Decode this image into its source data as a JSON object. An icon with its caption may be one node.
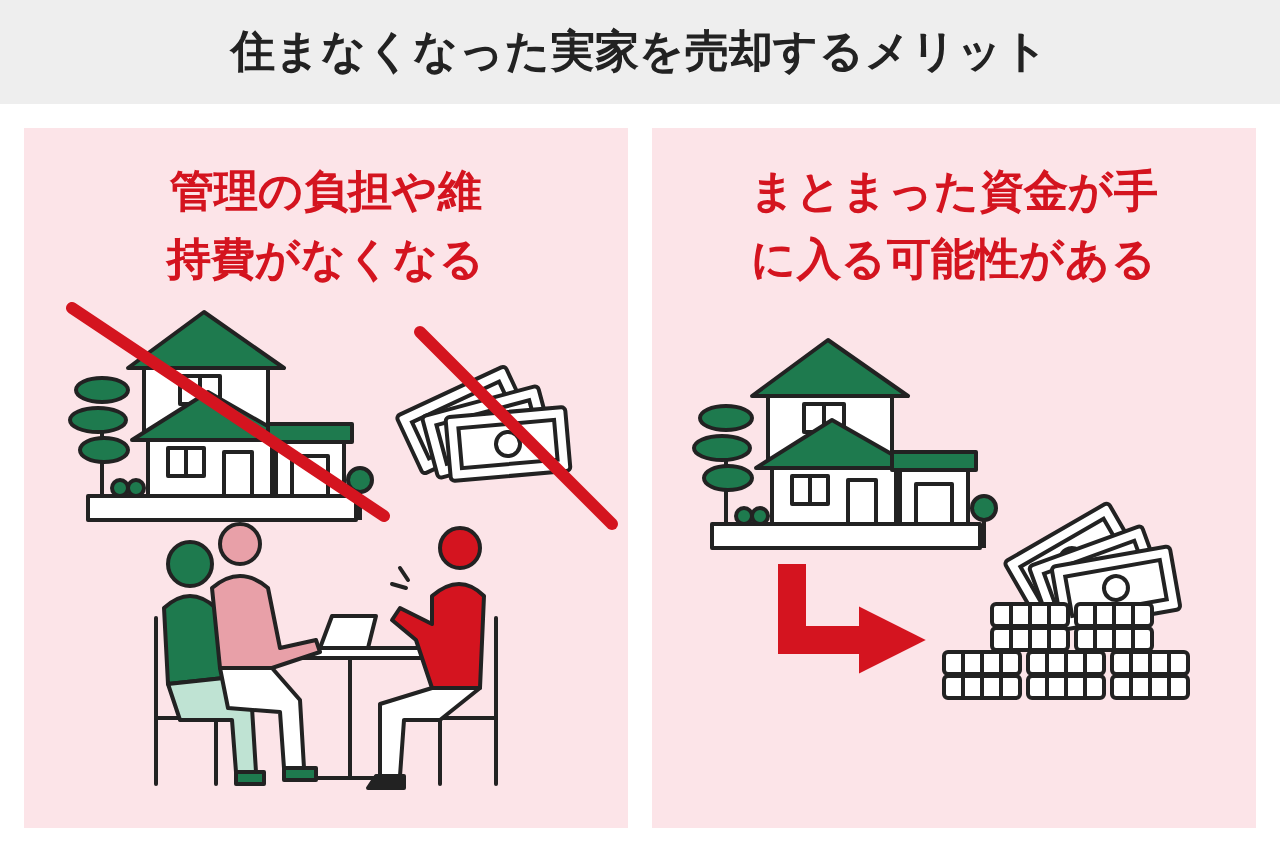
{
  "diagram": {
    "title": "住まなくなった実家を売却するメリット",
    "nodes": [
      {
        "text": [
          "管理の負担や維持費がなくなる"
        ]
      },
      {
        "text": [
          "まとまった資金が手に入る可能性がある"
        ]
      },
      {
        "text": [],
        "shape": "picture",
        "in": 1
      },
      {
        "text": [],
        "shape": "picture",
        "in": 1
      }
    ],
    "edges": [
      {
        "from": 2,
        "to": 3,
        "arrow": "to"
      }
    ]
  }
}
